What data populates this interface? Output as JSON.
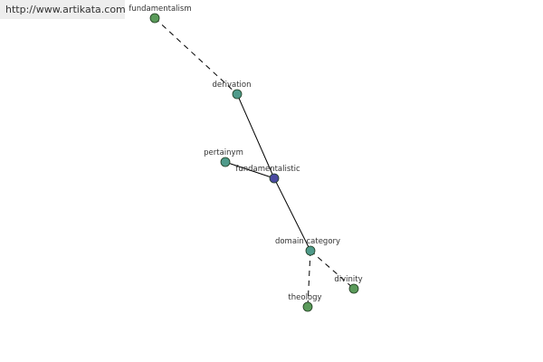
{
  "watermark": {
    "text": "http://www.artikata.com"
  },
  "graph": {
    "nodes": [
      {
        "id": "fundamentalism",
        "label": "fundamentalism",
        "color": "#5a9a5a"
      },
      {
        "id": "derivation",
        "label": "derivation",
        "color": "#4f9a8a"
      },
      {
        "id": "pertainym",
        "label": "pertainym",
        "color": "#4f9a8a"
      },
      {
        "id": "fundamentalistic",
        "label": "fundamentalistic",
        "color": "#4a4aa0"
      },
      {
        "id": "domain_category",
        "label": "domain category",
        "color": "#4f9a8a"
      },
      {
        "id": "divinity",
        "label": "divinity",
        "color": "#5a9a5a"
      },
      {
        "id": "theology",
        "label": "theology",
        "color": "#5a9a5a"
      }
    ],
    "edges": [
      {
        "from": "fundamentalism",
        "to": "derivation",
        "style": "dashed"
      },
      {
        "from": "derivation",
        "to": "fundamentalistic",
        "style": "solid"
      },
      {
        "from": "pertainym",
        "to": "fundamentalistic",
        "style": "solid"
      },
      {
        "from": "fundamentalistic",
        "to": "domain_category",
        "style": "solid"
      },
      {
        "from": "domain_category",
        "to": "divinity",
        "style": "dashed"
      },
      {
        "from": "domain_category",
        "to": "theology",
        "style": "dashed"
      }
    ]
  }
}
